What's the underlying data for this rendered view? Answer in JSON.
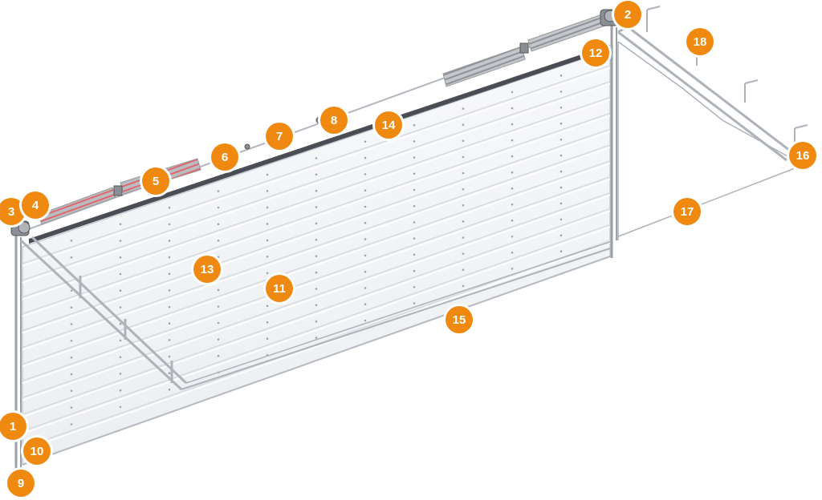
{
  "colors": {
    "callout": "#f0890f",
    "callout_text": "#ffffff",
    "panel": "#f4f5f7",
    "rib": "#d6d9de",
    "rail": "#9aa0a8",
    "spring_stripe": "#e0676b"
  },
  "callouts": [
    {
      "id": "c1",
      "label": "1"
    },
    {
      "id": "c2",
      "label": "2"
    },
    {
      "id": "c3",
      "label": "3"
    },
    {
      "id": "c4",
      "label": "4"
    },
    {
      "id": "c5",
      "label": "5"
    },
    {
      "id": "c6",
      "label": "6"
    },
    {
      "id": "c7",
      "label": "7"
    },
    {
      "id": "c8",
      "label": "8"
    },
    {
      "id": "c9",
      "label": "9"
    },
    {
      "id": "c10",
      "label": "10"
    },
    {
      "id": "c11",
      "label": "11"
    },
    {
      "id": "c12",
      "label": "12"
    },
    {
      "id": "c13",
      "label": "13"
    },
    {
      "id": "c14",
      "label": "14"
    },
    {
      "id": "c15",
      "label": "15"
    },
    {
      "id": "c16",
      "label": "16"
    },
    {
      "id": "c17",
      "label": "17"
    },
    {
      "id": "c18",
      "label": "18"
    }
  ]
}
